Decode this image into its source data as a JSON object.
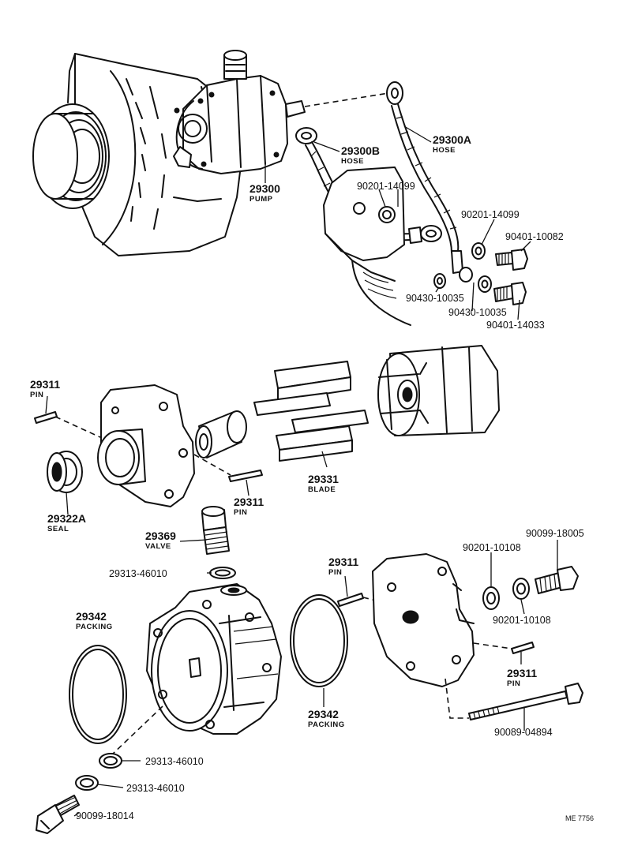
{
  "labels": {
    "hose_a": {
      "number": "29300A",
      "name": "HOSE"
    },
    "hose_b": {
      "number": "29300B",
      "name": "HOSE"
    },
    "pump": {
      "number": "29300",
      "name": "PUMP"
    },
    "bolt_14099_a": "90201-14099",
    "bolt_14099_b": "90201-14099",
    "union_10082": "90401-10082",
    "gasket_10035_a": "90430-10035",
    "gasket_10035_b": "90430-10035",
    "union_14033": "90401-14033",
    "pin_top": {
      "number": "29311",
      "name": "PIN"
    },
    "seal": {
      "number": "29322A",
      "name": "SEAL"
    },
    "blade": {
      "number": "29331",
      "name": "BLADE"
    },
    "pin_mid": {
      "number": "29311",
      "name": "PIN"
    },
    "valve": {
      "number": "29369",
      "name": "VALVE"
    },
    "ring_46010_top": "29313-46010",
    "plug_18005": "90099-18005",
    "washer_10108_a": "90201-10108",
    "pin_right": {
      "number": "29311",
      "name": "PIN"
    },
    "washer_10108_b": "90201-10108",
    "packing_left": {
      "number": "29342",
      "name": "PACKING"
    },
    "packing_mid": {
      "number": "29342",
      "name": "PACKING"
    },
    "pin_lower": {
      "number": "29311",
      "name": "PIN"
    },
    "bolt_04894": "90089-04894",
    "ring_46010_a": "29313-46010",
    "ring_46010_b": "29313-46010",
    "plug_18014": "90099-18014"
  },
  "reference": "ME 7756"
}
